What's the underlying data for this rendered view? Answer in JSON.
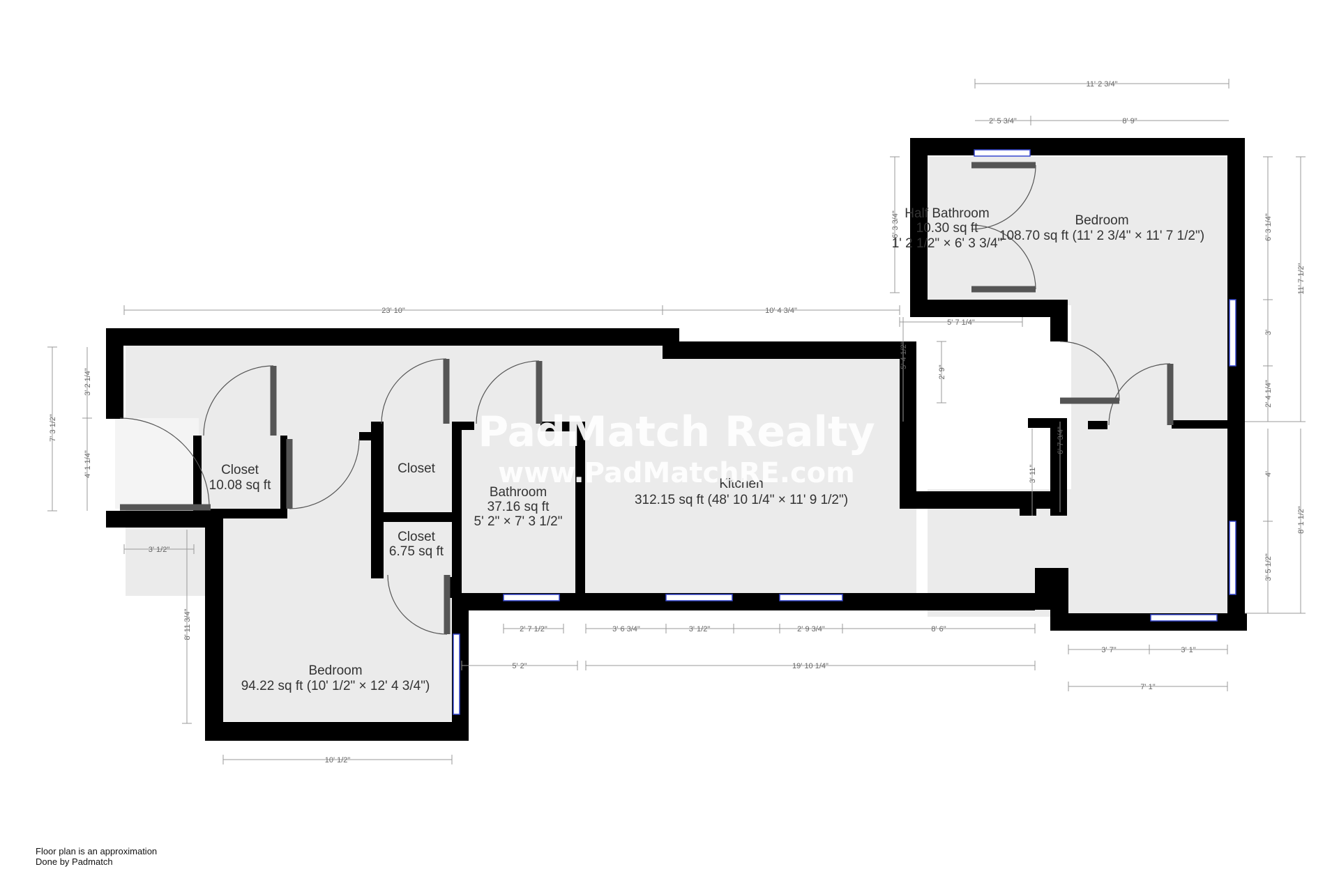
{
  "rooms": {
    "closet_1": {
      "name": "Closet",
      "area": "10.08 sq ft"
    },
    "closet_2": {
      "name": "Closet"
    },
    "closet_3": {
      "name": "Closet",
      "area": "6.75 sq ft"
    },
    "bathroom": {
      "name": "Bathroom",
      "area": "37.16 sq ft",
      "dims": "5' 2\" × 7' 3 1/2\""
    },
    "kitchen": {
      "name": "Kitchen",
      "area": "312.15 sq ft (48' 10 1/4\" × 11' 9 1/2\")"
    },
    "bedroom_left": {
      "name": "Bedroom",
      "area": "94.22 sq ft (10' 1/2\" × 12' 4 3/4\")"
    },
    "half_bathroom": {
      "name": "Half Bathroom",
      "area": "10.30 sq ft",
      "dims": "1' 2 1/2\" × 6' 3 3/4\""
    },
    "bedroom_right": {
      "name": "Bedroom",
      "area": "108.70 sq ft (11' 2 3/4\" × 11' 7 1/2\")"
    }
  },
  "dimensions": {
    "top_left_run": "23' 10\"",
    "top_mid_run": "10' 4 3/4\"",
    "top_right_total": "11' 2 3/4\"",
    "top_right_window": "2' 5 3/4\"",
    "top_right_rest": "8' 9\"",
    "left_total": "7' 3 1/2\"",
    "left_upper": "3' 2 1/4\"",
    "left_lower": "4' 1 1/4\"",
    "left_step": "3' 1/2\"",
    "bedroom_left_height": "8' 11 3/4\"",
    "bedroom_left_width": "10' 1/2\"",
    "bottom_window_1": "2' 7 1/2\"",
    "bottom_gap_1": "5' 2\"",
    "bottom_seg_1": "3' 6 3/4\"",
    "bottom_seg_2": "3' 1/2\"",
    "bottom_seg_3": "2' 9 3/4\"",
    "bottom_seg_4": "8' 6\"",
    "bottom_total": "19' 10 1/4\"",
    "br_seg_1": "3' 7\"",
    "br_seg_2": "3' 1\"",
    "br_total": "7' 1\"",
    "hall_width": "5' 7 1/4\"",
    "hall_height": "5' 4 1/2\"",
    "hall_inner": "2' 9\"",
    "hall_lower": "6' 7 3/4\"",
    "hall_lower_2": "3' 11\"",
    "half_bath_height": "6' 3 3/4\"",
    "right_upper": "6' 3 1/4\"",
    "right_total_upper": "11' 7 1/2\"",
    "right_mid": "3'",
    "right_mid_2": "2' 4 1/4\"",
    "right_lower": "4'",
    "right_lower_window": "3' 5 1/2\"",
    "right_total_lower": "8' 1 1/2\""
  },
  "watermark": {
    "title": "PadMatch Realty",
    "url": "www.PadMatchRE.com"
  },
  "footer": {
    "line1": "Floor plan is an approximation",
    "line2": "Done by Padmatch"
  },
  "colors": {
    "floor": "#ebebeb",
    "wall": "#000000",
    "door": "#555555",
    "window": "#3344cc"
  }
}
